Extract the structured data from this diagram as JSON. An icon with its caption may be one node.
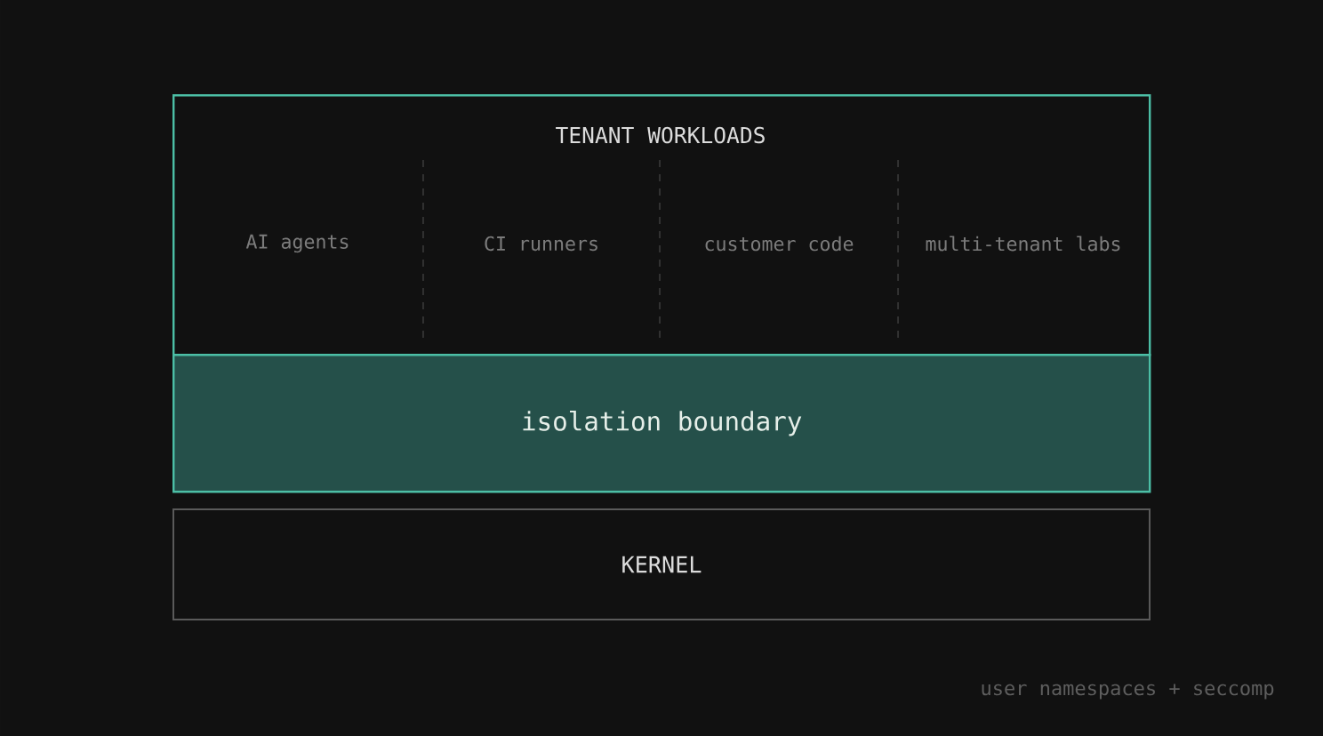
{
  "diagram": {
    "nodes": [
      {
        "text": [
          "TENANT WORKLOADS"
        ]
      },
      {
        "text": [
          "AI agents"
        ],
        "in": 0
      },
      {
        "text": [
          "CI runners"
        ],
        "in": 0
      },
      {
        "text": [
          "customer code"
        ],
        "in": 0
      },
      {
        "text": [
          "multi-tenant labs"
        ],
        "in": 0
      },
      {
        "text": [
          "isolation boundary"
        ]
      },
      {
        "text": [
          "KERNEL"
        ]
      }
    ],
    "labels": [
      "user namespaces + seccomp"
    ]
  }
}
